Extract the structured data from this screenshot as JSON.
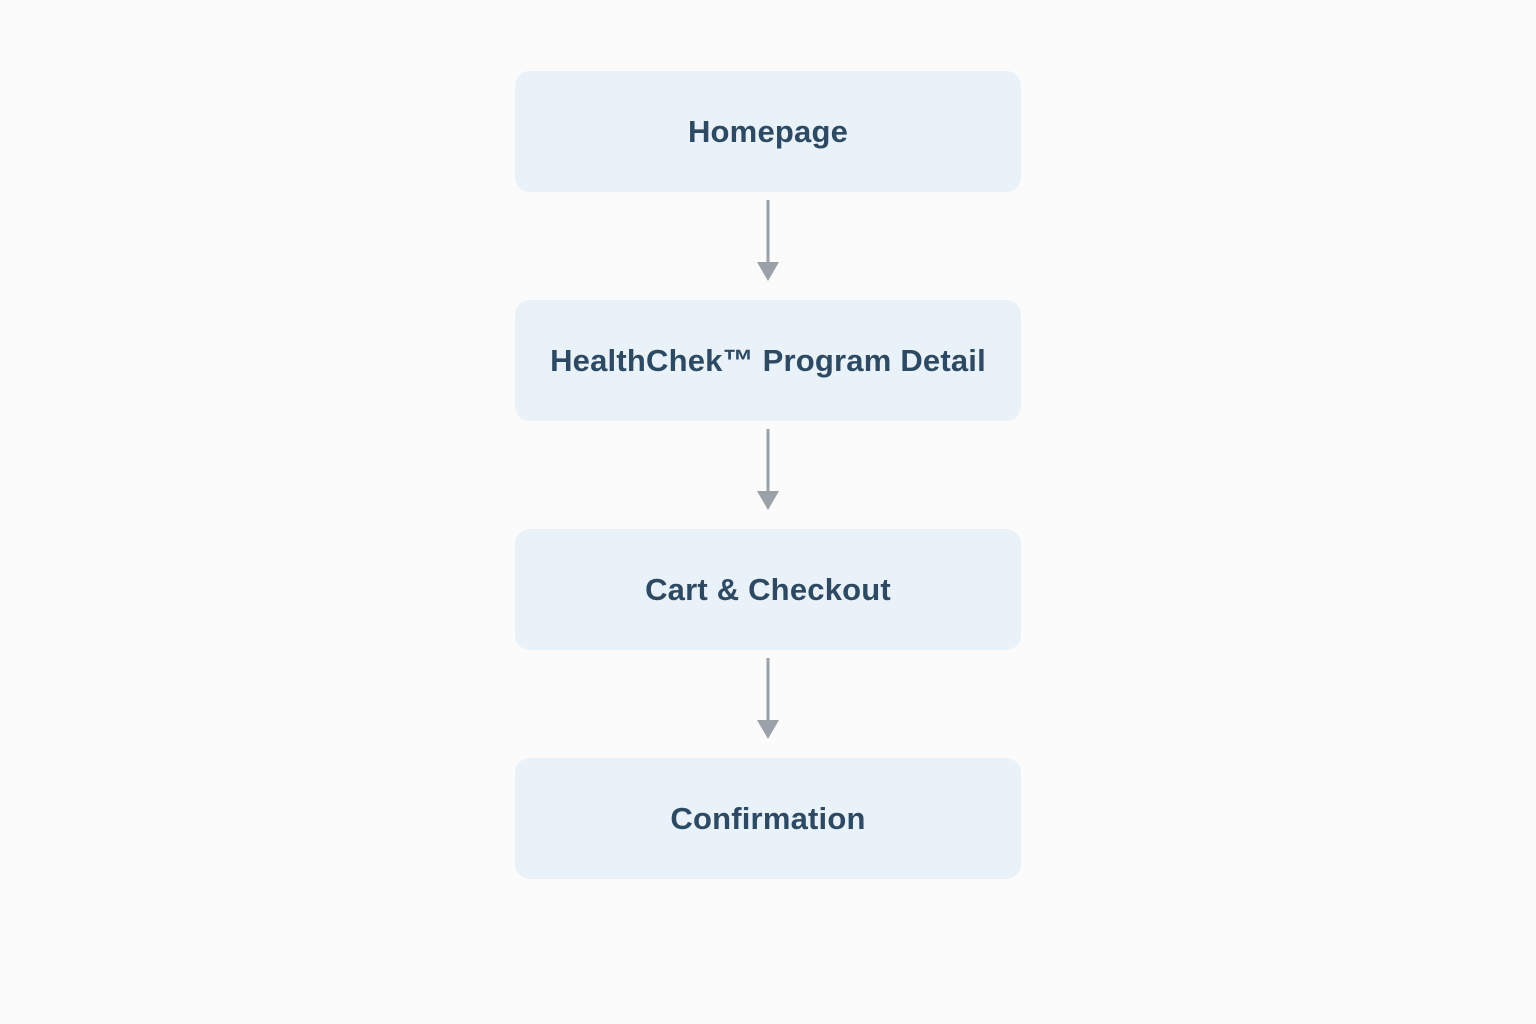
{
  "colors": {
    "background": "#fafbfa",
    "node_fill": "#e9f1f9",
    "node_text": "#2e4a63",
    "arrow": "#9aa1a8"
  },
  "flowchart": {
    "nodes": [
      {
        "label": "Homepage"
      },
      {
        "label": "HealthChek™ Program Detail"
      },
      {
        "label": "Cart & Checkout"
      },
      {
        "label": "Confirmation"
      }
    ]
  }
}
